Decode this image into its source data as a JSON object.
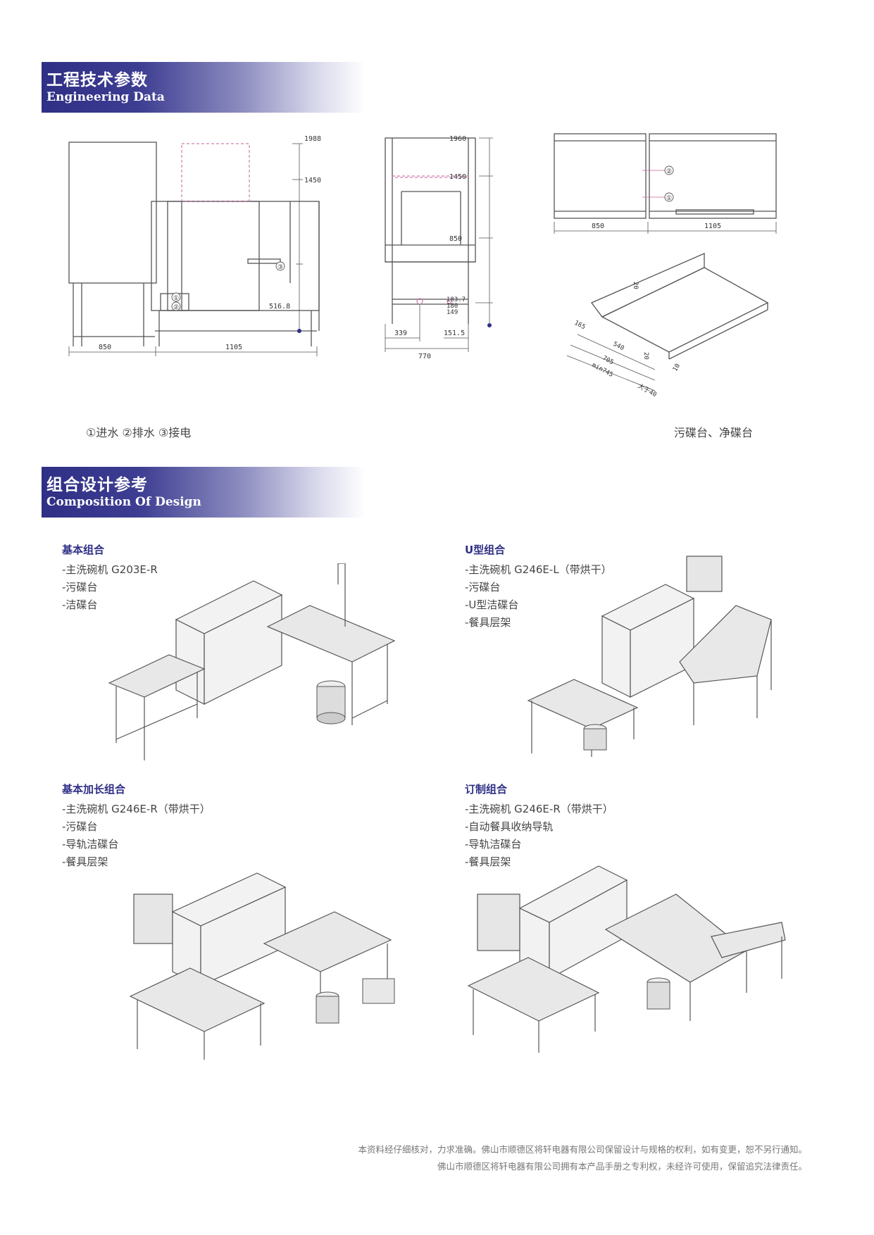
{
  "engineering": {
    "title_zh": "工程技术参数",
    "title_en": "Engineering Data"
  },
  "front_view": {
    "dims": {
      "w1": "850",
      "w2": "1105",
      "h1": "1988",
      "h2": "1450",
      "h3": "516.8"
    },
    "markers": [
      "①",
      "②",
      "③"
    ]
  },
  "side_view": {
    "dims": {
      "h1": "1960",
      "h2": "1450",
      "h3": "850",
      "h4": "183.7",
      "h5": "180",
      "h6": "149",
      "w1": "339",
      "w2": "151.5",
      "w3": "770"
    }
  },
  "top_view": {
    "dims": {
      "w1": "850",
      "w2": "1105"
    },
    "markers": [
      "②",
      "①"
    ]
  },
  "iso_table": {
    "dims": {
      "d1": "165",
      "d2": "540",
      "d3": "705",
      "d4": "min745",
      "d5": "大于40",
      "d6": "20",
      "d7": "20",
      "d8": "10"
    }
  },
  "captions": {
    "legend": "①进水 ②排水 ③接电",
    "tables": "污碟台、净碟台"
  },
  "composition": {
    "title_zh": "组合设计参考",
    "title_en": "Composition Of Design"
  },
  "combos": [
    {
      "title": "基本组合",
      "items": [
        "-主洗碗机 G203E-R",
        "-污碟台",
        "-洁碟台"
      ]
    },
    {
      "title": "U型组合",
      "items": [
        "-主洗碗机 G246E-L（带烘干）",
        "-污碟台",
        "-U型洁碟台",
        "-餐具层架"
      ]
    },
    {
      "title": "基本加长组合",
      "items": [
        "-主洗碗机 G246E-R（带烘干）",
        "-污碟台",
        "-导轨洁碟台",
        "-餐具层架"
      ]
    },
    {
      "title": "订制组合",
      "items": [
        "-主洗碗机 G246E-R（带烘干）",
        "-自动餐具收纳导轨",
        "-导轨洁碟台",
        "-餐具层架"
      ]
    }
  ],
  "disclaimer": {
    "line1": "本资料经仔细核对，力求准确。佛山市顺德区将轩电器有限公司保留设计与规格的权利，如有变更，恕不另行通知。",
    "line2": "佛山市顺德区将轩电器有限公司拥有本产品手册之专利权，未经许可使用，保留追究法律责任。"
  },
  "colors": {
    "brand": "#2f2f86",
    "line": "#555555",
    "dash": "#c2609a"
  }
}
